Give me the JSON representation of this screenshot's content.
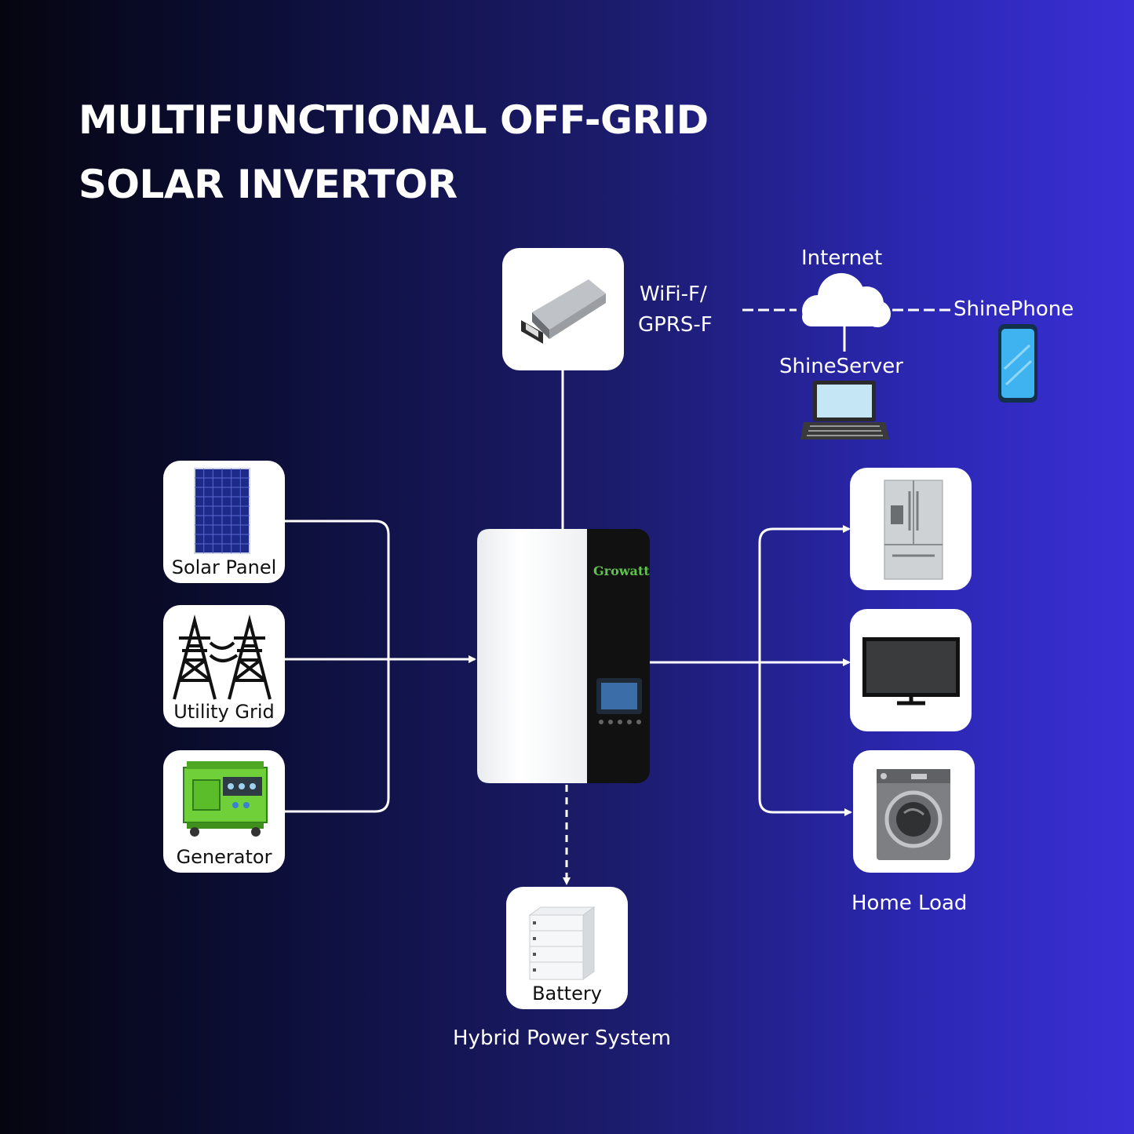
{
  "title": {
    "line1": "MULTIFUNCTIONAL OFF-GRID",
    "line2": "SOLAR INVERTOR"
  },
  "communication": {
    "module_label_1": "WiFi-F/",
    "module_label_2": "GPRS-F",
    "internet": "Internet",
    "server": "ShineServer",
    "phone": "ShinePhone"
  },
  "inputs": {
    "solar": "Solar Panel",
    "grid": "Utility Grid",
    "generator": "Generator"
  },
  "inverter": {
    "brand": "Growatt"
  },
  "storage": {
    "battery": "Battery",
    "caption": "Hybrid Power System"
  },
  "outputs": {
    "caption": "Home Load"
  },
  "colors": {
    "background_dark": "#050510",
    "background_light": "#3a2fd6",
    "accent_generator": "#6fd03a"
  },
  "icons": [
    "wifi-module-icon",
    "cloud-icon",
    "laptop-icon",
    "smartphone-icon",
    "solar-panel-icon",
    "transmission-tower-icon",
    "generator-icon",
    "inverter-icon",
    "battery-icon",
    "refrigerator-icon",
    "tv-icon",
    "washing-machine-icon"
  ]
}
